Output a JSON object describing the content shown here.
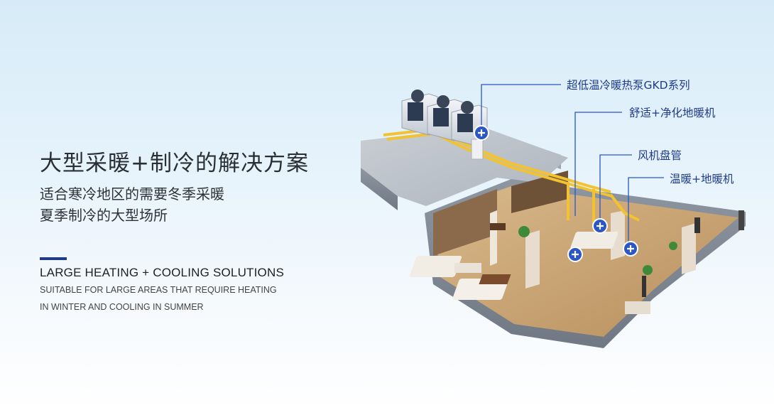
{
  "headline": {
    "title_cn": "大型采暖+制冷的解决方案",
    "subtitle_cn_line1": "适合寒冷地区的需要冬季采暖",
    "subtitle_cn_line2": "夏季制冷的大型场所",
    "title_en": "LARGE HEATING + COOLING SOLUTIONS",
    "subtitle_en_line1": "SUITABLE FOR LARGE AREAS THAT REQUIRE HEATING",
    "subtitle_en_line2": "IN WINTER AND COOLING IN SUMMER"
  },
  "callouts": [
    {
      "label": "超低温冷暖热泵GKD系列",
      "icon": "plus-marker-icon"
    },
    {
      "label": "舒适+净化地暖机",
      "icon": "plus-marker-icon"
    },
    {
      "label": "风机盘管",
      "icon": "plus-marker-icon"
    },
    {
      "label": "温暖+地暖机",
      "icon": "plus-marker-icon"
    }
  ],
  "colors": {
    "accent": "#1f3a8a",
    "callout_text": "#1e3a8a",
    "marker": "#2a56c6",
    "pipe": "#f2c230"
  }
}
